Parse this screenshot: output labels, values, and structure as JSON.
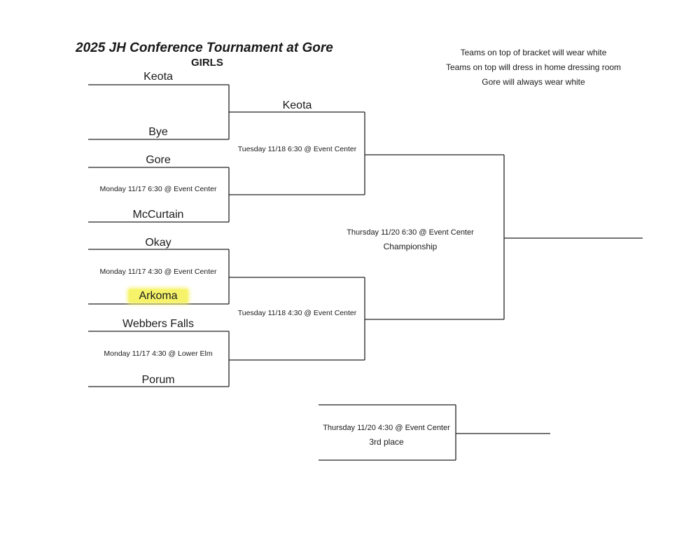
{
  "header": {
    "title": "2025 JH Conference Tournament at Gore",
    "subtitle": "GIRLS"
  },
  "notes": [
    "Teams on top of bracket will wear white",
    "Teams on top will dress in home dressing room",
    "Gore will always wear white"
  ],
  "round1": {
    "teams": [
      "Keota",
      "Bye",
      "Gore",
      "McCurtain",
      "Okay",
      "Arkoma",
      "Webbers Falls",
      "Porum"
    ],
    "games": [
      "Monday 11/17 6:30 @ Event Center",
      "Monday 11/17 4:30 @ Event Center",
      "Monday 11/17 4:30 @ Lower Elm"
    ]
  },
  "round2": {
    "teams": [
      "Keota"
    ],
    "games": [
      "Tuesday 11/18 6:30 @ Event Center",
      "Tuesday 11/18 4:30 @ Event Center"
    ]
  },
  "championship": {
    "time": "Thursday 11/20 6:30 @ Event Center",
    "label": "Championship"
  },
  "third_place": {
    "time": "Thursday 11/20 4:30 @ Event Center",
    "label": "3rd place"
  },
  "highlight_color": "#f6f36a"
}
